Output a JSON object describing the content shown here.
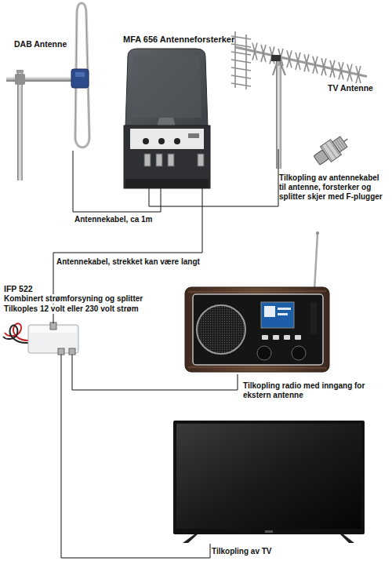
{
  "diagram": {
    "nodes": [
      {
        "text": [
          "DAB Antenne"
        ]
      },
      {
        "text": [
          "MFA 656 Antenneforsterker"
        ]
      },
      {
        "text": [
          "TV Antenne"
        ]
      },
      {
        "text": [
          "IFP 522",
          "Kombinert strømforsyning og splitter",
          "Tilkoples 12 volt eller 230 volt strøm"
        ]
      },
      {
        "text": [
          "Tilkopling radio med inngang for ekstern antenne"
        ]
      },
      {
        "text": [
          "Tilkopling av TV"
        ]
      }
    ],
    "edges": [
      {
        "from": 0,
        "to": 1,
        "arrow": "none",
        "label": "Antennekabel, ca 1m"
      },
      {
        "from": 2,
        "to": 1,
        "arrow": "none"
      },
      {
        "from": 1,
        "to": 3,
        "arrow": "none",
        "label": "Antennekabel, strekket kan være langt"
      },
      {
        "from": 3,
        "to": 4,
        "arrow": "none"
      },
      {
        "from": 3,
        "to": 5,
        "arrow": "none"
      }
    ],
    "labels": [
      "Tilkopling av antennekabel til antenne, forsterker og splitter skjer med F-plugger"
    ]
  }
}
